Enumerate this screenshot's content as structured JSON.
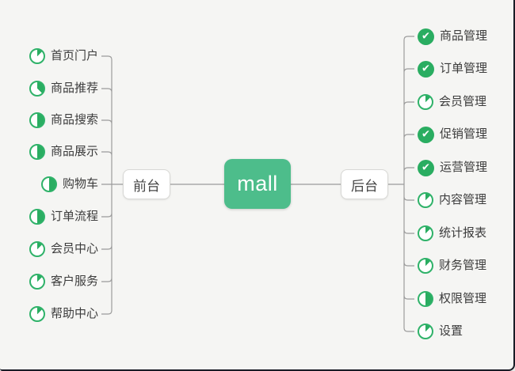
{
  "root": {
    "label": "mall"
  },
  "frontend": {
    "label": "前台",
    "items": [
      {
        "label": "首页门户",
        "icon": "pie-12.5"
      },
      {
        "label": "商品推荐",
        "icon": "pie-37.5"
      },
      {
        "label": "商品搜索",
        "icon": "pie-50"
      },
      {
        "label": "商品展示",
        "icon": "pie-50"
      },
      {
        "label": "购物车",
        "icon": "pie-50"
      },
      {
        "label": "订单流程",
        "icon": "pie-50"
      },
      {
        "label": "会员中心",
        "icon": "pie-12.5"
      },
      {
        "label": "客户服务",
        "icon": "pie-12.5"
      },
      {
        "label": "帮助中心",
        "icon": "pie-12.5"
      }
    ]
  },
  "backend": {
    "label": "后台",
    "items": [
      {
        "label": "商品管理",
        "icon": "check"
      },
      {
        "label": "订单管理",
        "icon": "check"
      },
      {
        "label": "会员管理",
        "icon": "pie-12.5"
      },
      {
        "label": "促销管理",
        "icon": "check"
      },
      {
        "label": "运营管理",
        "icon": "check"
      },
      {
        "label": "内容管理",
        "icon": "pie-12.5"
      },
      {
        "label": "统计报表",
        "icon": "pie-12.5"
      },
      {
        "label": "财务管理",
        "icon": "pie-12.5"
      },
      {
        "label": "权限管理",
        "icon": "pie-50"
      },
      {
        "label": "设置",
        "icon": "pie-12.5"
      }
    ]
  },
  "colors": {
    "background": "#f5f5f3",
    "root_green": "#4dbd8b",
    "icon_green": "#2aad61",
    "icon_ring_green": "#2fb269",
    "line_gray": "#9b9b9b",
    "frame_dark": "#191c26"
  }
}
